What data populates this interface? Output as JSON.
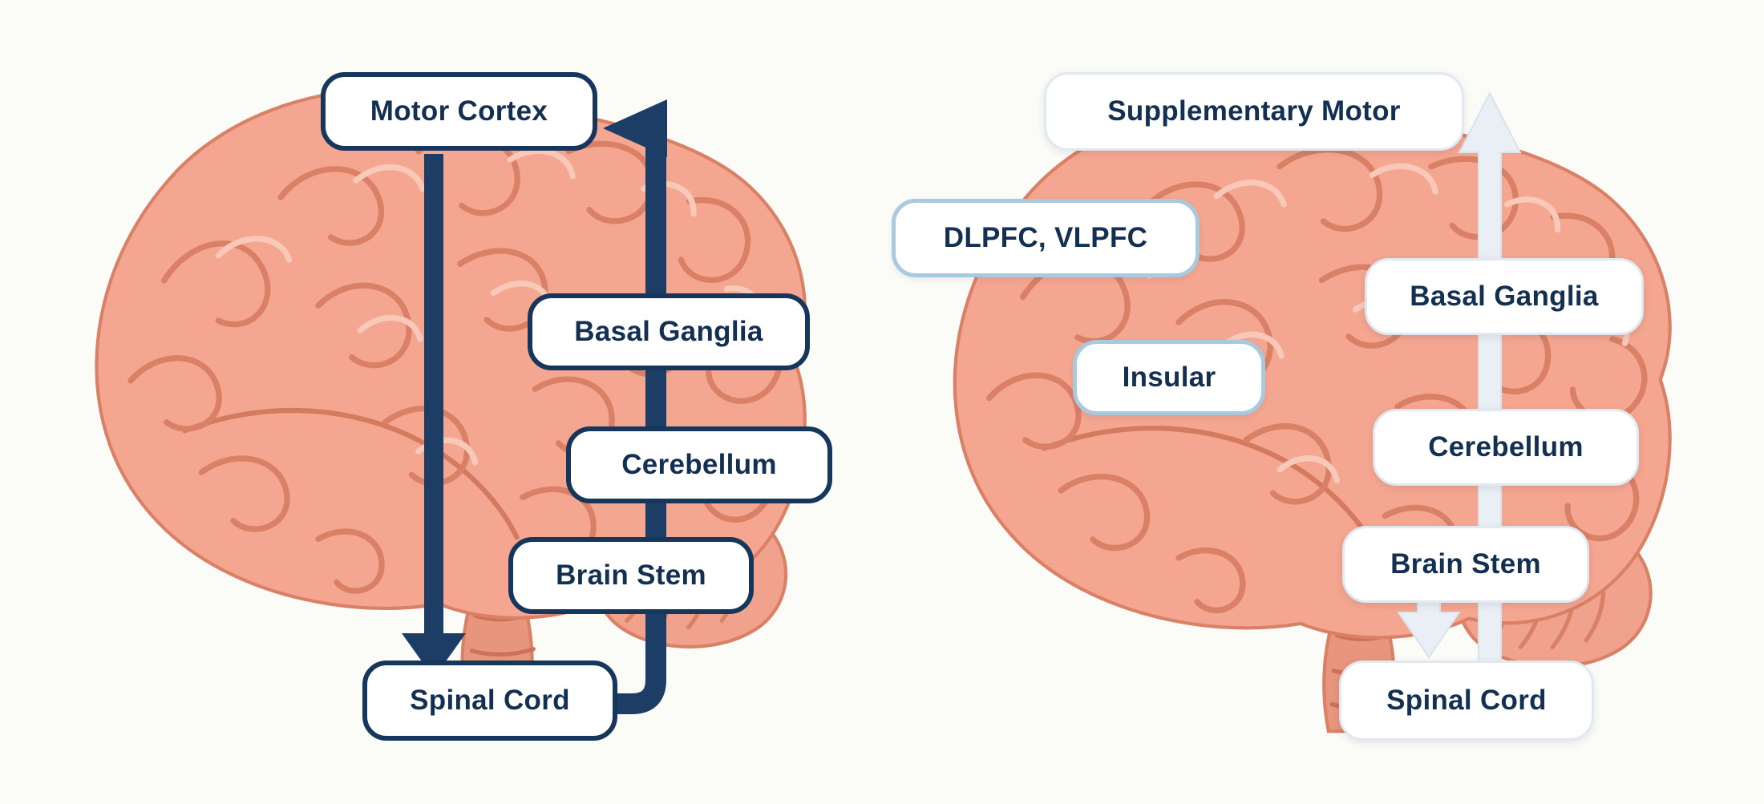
{
  "colors": {
    "background": "#fbfcf8",
    "navy": "#1c3d66",
    "navy_border": "#16365c",
    "text": "#132f52",
    "pale_arrow": "#e9eff4",
    "pale_arrow_edge": "#d9e3ea",
    "blue_border": "#a9c9de",
    "soft_border": "#e0e9ef",
    "brain_base": "#f4a690",
    "brain_line": "#d98066",
    "brain_deep": "#ce7257",
    "brain_highlight": "#f8c9b8",
    "brain_stem_fill": "#e8957e",
    "cerebellum_fill": "#f1a28c"
  },
  "left_diagram": {
    "labels": {
      "motor_cortex": "Motor Cortex",
      "basal_ganglia": "Basal Ganglia",
      "cerebellum": "Cerebellum",
      "brain_stem": "Brain Stem",
      "spinal_cord": "Spinal Cord"
    }
  },
  "right_diagram": {
    "labels": {
      "supplementary_motor": "Supplementary Motor",
      "dlpfc_vlpfc": "DLPFC, VLPFC",
      "insular": "Insular",
      "basal_ganglia": "Basal Ganglia",
      "cerebellum": "Cerebellum",
      "brain_stem": "Brain Stem",
      "spinal_cord": "Spinal Cord"
    }
  }
}
